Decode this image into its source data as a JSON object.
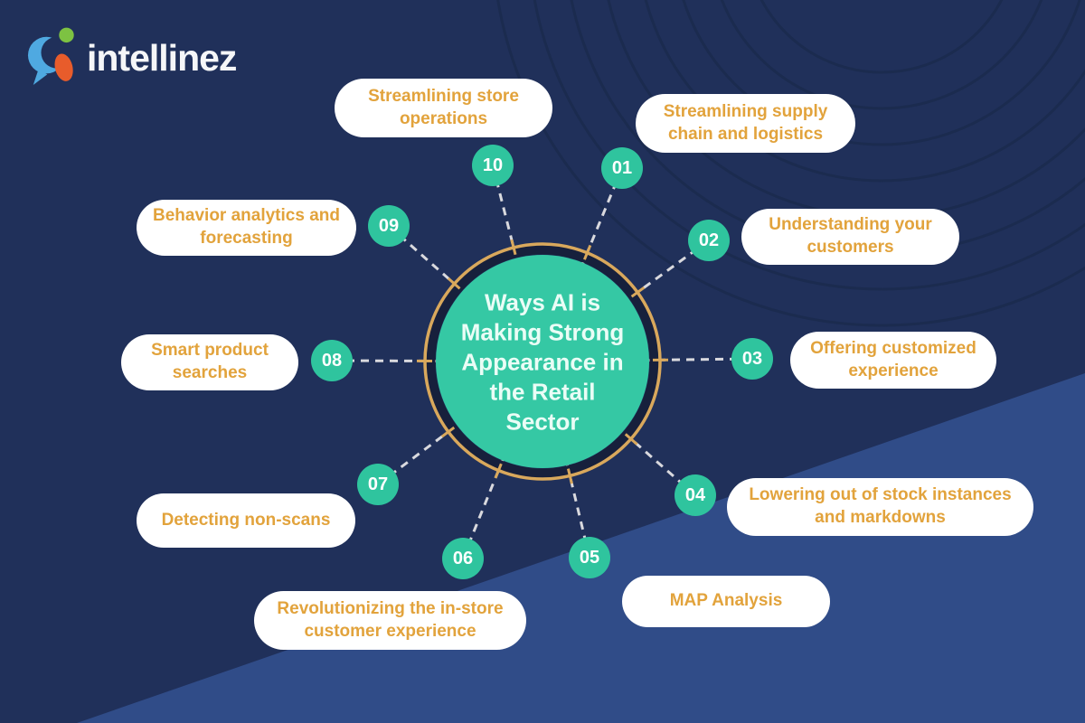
{
  "logo": {
    "wordmark": "intellinez"
  },
  "center": {
    "title": "Ways AI is Making Strong Appearance in the Retail Sector",
    "title_lines": [
      "Ways AI is",
      "Making Strong",
      "Appearance in",
      "the Retail",
      "Sector"
    ]
  },
  "items": [
    {
      "num": "01",
      "label": "Streamlining supply chain and logistics"
    },
    {
      "num": "02",
      "label": "Understanding your customers"
    },
    {
      "num": "03",
      "label": "Offering customized experience"
    },
    {
      "num": "04",
      "label": "Lowering out of stock instances and markdowns"
    },
    {
      "num": "05",
      "label": "MAP Analysis"
    },
    {
      "num": "06",
      "label": "Revolutionizing the in-store customer experience"
    },
    {
      "num": "07",
      "label": "Detecting non-scans"
    },
    {
      "num": "08",
      "label": "Smart product searches"
    },
    {
      "num": "09",
      "label": "Behavior analytics and forecasting"
    },
    {
      "num": "10",
      "label": "Streamlining store operations"
    }
  ],
  "colors": {
    "background": "#20305A",
    "diagonal_band": "#304C88",
    "ring_decoration_stroke": "#1B2B4F",
    "pill_background": "#FFFFFF",
    "pill_text": "#E2A33C",
    "badge_fill": "#2FC49E",
    "badge_text": "#FFFFFF",
    "center_circle_fill": "#35C8A4",
    "center_ring_gold": "#D9A85C",
    "center_ring_gap": "#17203C",
    "center_title_text": "#EAFDF6",
    "connector_dash": "#D9D9DE",
    "logo_text": "#F5F6F8",
    "logo_blue": "#4FA9E1",
    "logo_orange": "#E85C2B",
    "logo_green": "#7DC242"
  }
}
